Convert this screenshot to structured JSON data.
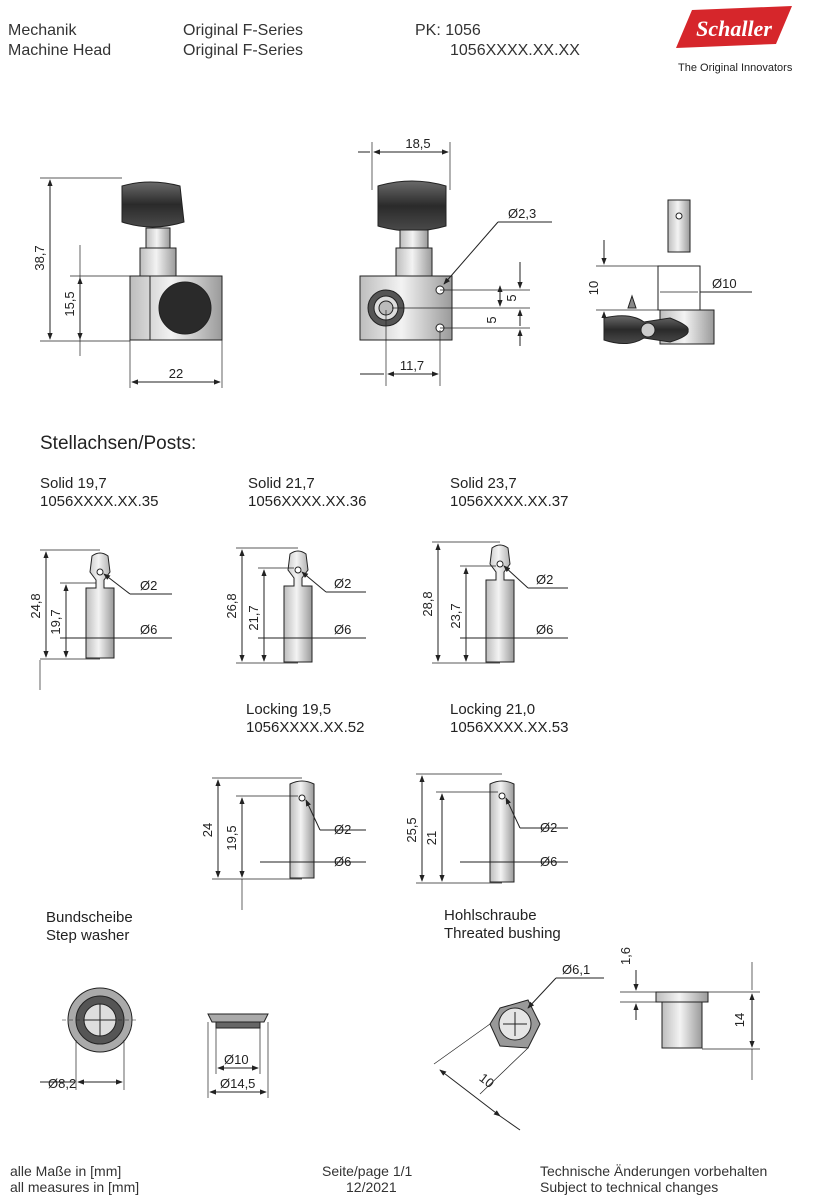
{
  "header": {
    "col1": [
      "Mechanik",
      "Machine Head"
    ],
    "col2": [
      "Original F-Series",
      "Original F-Series"
    ],
    "col3": [
      "PK: 1056",
      "1056XXXX.XX.XX"
    ],
    "logo_text": "Schaller",
    "logo_tagline": "The Original Innovators"
  },
  "colors": {
    "brand_red": "#d6262b",
    "line": "#222222",
    "metal_dark": "#3a3a3a",
    "metal_light": "#e8e8e8"
  },
  "top_views": {
    "front": {
      "height_total": "38,7",
      "height_plate": "15,5",
      "width": "22"
    },
    "back": {
      "width": "18,5",
      "hole_diameter": "Ø2,3",
      "offset_top": "5",
      "offset_bottom": "5",
      "horizontal": "11,7"
    },
    "side": {
      "height": "10",
      "diameter": "Ø10"
    }
  },
  "posts_title": "Stellachsen/Posts:",
  "posts": [
    {
      "name": "Solid 19,7",
      "code": "1056XXXX.XX.35",
      "total": "24,8",
      "shaft": "19,7",
      "hole": "Ø2",
      "dia": "Ø6"
    },
    {
      "name": "Solid 21,7",
      "code": "1056XXXX.XX.36",
      "total": "26,8",
      "shaft": "21,7",
      "hole": "Ø2",
      "dia": "Ø6"
    },
    {
      "name": "Solid 23,7",
      "code": "1056XXXX.XX.37",
      "total": "28,8",
      "shaft": "23,7",
      "hole": "Ø2",
      "dia": "Ø6"
    },
    {
      "name": "Locking 19,5",
      "code": "1056XXXX.XX.52",
      "total": "24",
      "shaft": "19,5",
      "hole": "Ø2",
      "dia": "Ø6"
    },
    {
      "name": "Locking 21,0",
      "code": "1056XXXX.XX.53",
      "total": "25,5",
      "shaft": "21",
      "hole": "Ø2",
      "dia": "Ø6"
    }
  ],
  "washer": {
    "title": [
      "Bundscheibe",
      "Step washer"
    ],
    "outer": "Ø8,2",
    "inner": "Ø10",
    "flange": "Ø14,5"
  },
  "bushing": {
    "title": [
      "Hohlschraube",
      "Threated bushing"
    ],
    "dia": "Ø6,1",
    "hex": "10",
    "head": "1,6",
    "height": "14"
  },
  "footer": {
    "left": [
      "alle Maße in [mm]",
      "all measures in [mm]"
    ],
    "center": [
      "Seite/page 1/1",
      "12/2021"
    ],
    "right": [
      "Technische Änderungen vorbehalten",
      "Subject to technical changes"
    ]
  }
}
